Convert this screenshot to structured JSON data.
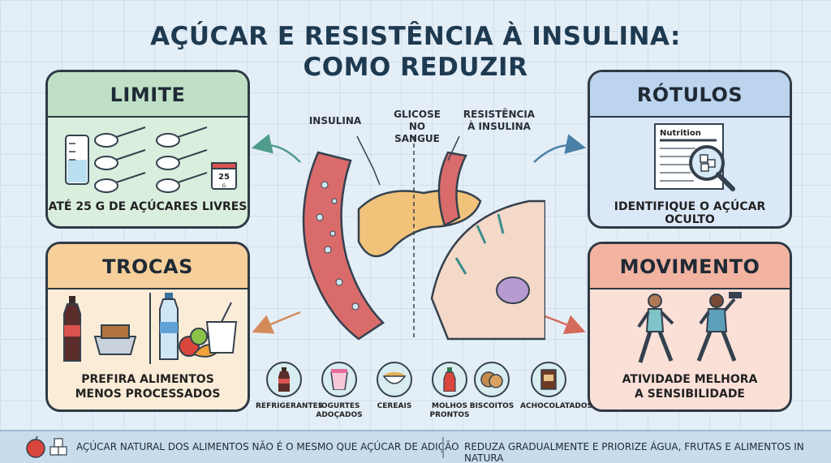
{
  "title_line1": "AÇÚCAR E  RESISTÊNCIA À INSULINA:",
  "title_line2": "COMO REDUZIR",
  "cards": {
    "limite": {
      "title": "LIMITE",
      "caption": "ATÉ 25 G DE AÇÚCARES LIVRES",
      "calendar_day": "25",
      "calendar_unit": "G"
    },
    "rotulos": {
      "title": "RÓTULOS",
      "caption": "IDENTIFIQUE O AÇÚCAR OCULTO",
      "label_word": "Nutrition"
    },
    "trocas": {
      "title": "TROCAS",
      "caption_line1": "PREFIRA ALIMENTOS",
      "caption_line2": "MENOS PROCESSADOS"
    },
    "movimento": {
      "title": "MOVIMENTO",
      "caption_line1": "ATIVIDADE MELHORA",
      "caption_line2": "A SENSIBILIDADE"
    }
  },
  "center_labels": {
    "insulina": "INSULINA",
    "glicose_l1": "GLICOSE",
    "glicose_l2": "NO SANGUE",
    "resistencia_l1": "RESISTÊNCIA",
    "resistencia_l2": "À INSULINA"
  },
  "foods": [
    {
      "label_l1": "REFRIGERANTES",
      "label_l2": "",
      "icon": "soda-bottle-icon"
    },
    {
      "label_l1": "IOGURTES",
      "label_l2": "ADOÇADOS",
      "icon": "yogurt-icon"
    },
    {
      "label_l1": "CEREAIS",
      "label_l2": "",
      "icon": "cereal-bowl-icon"
    },
    {
      "label_l1": "MOLHOS",
      "label_l2": "PRONTOS",
      "icon": "sauce-bottle-icon"
    },
    {
      "label_l1": "BISCOITOS",
      "label_l2": "",
      "icon": "cookies-icon"
    },
    {
      "label_l1": "ACHOCOLATADOS",
      "label_l2": "",
      "icon": "chocolate-box-icon"
    }
  ],
  "footer": {
    "left": "AÇÚCAR NATURAL DOS ALIMENTOS NÃO É O MESMO QUE AÇÚCAR DE ADIÇÃO",
    "right": "REDUZA GRADUALMENTE E PRIORIZE ÁGUA, FRUTAS E ALIMENTOS IN NATURA"
  },
  "colors": {
    "limite": "#bfe0c6",
    "rotulos": "#bcd4ee",
    "trocas": "#f6cf9a",
    "movimento": "#f2b3a0",
    "vessel": "#d96b6b",
    "pancreas": "#f0c27a"
  }
}
